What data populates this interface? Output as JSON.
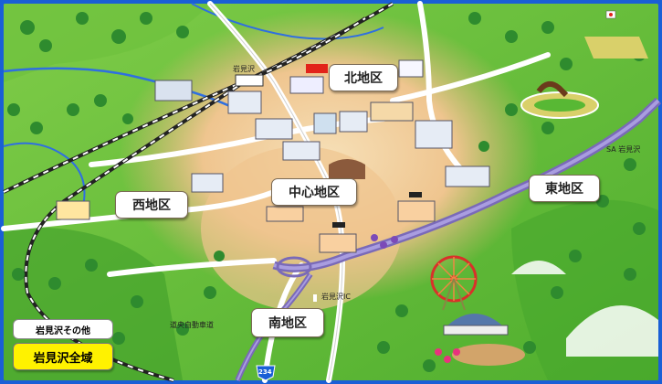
{
  "districts": {
    "north": "北地区",
    "central": "中心地区",
    "west": "西地区",
    "east": "東地区",
    "south": "南地区"
  },
  "places": {
    "station": "岩見沢",
    "sa": "SA 岩見沢",
    "ic": "岩見沢IC",
    "expressway": "道央自動車道",
    "route": "234"
  },
  "buttons": {
    "other": "岩見沢その他",
    "all": "岩見沢全域"
  },
  "colors": {
    "frame": "#1a5fd6",
    "grass": "#58b834",
    "urban": "#f2c98e",
    "expressway": "#8a7ac8",
    "all_button": "#fff200"
  }
}
